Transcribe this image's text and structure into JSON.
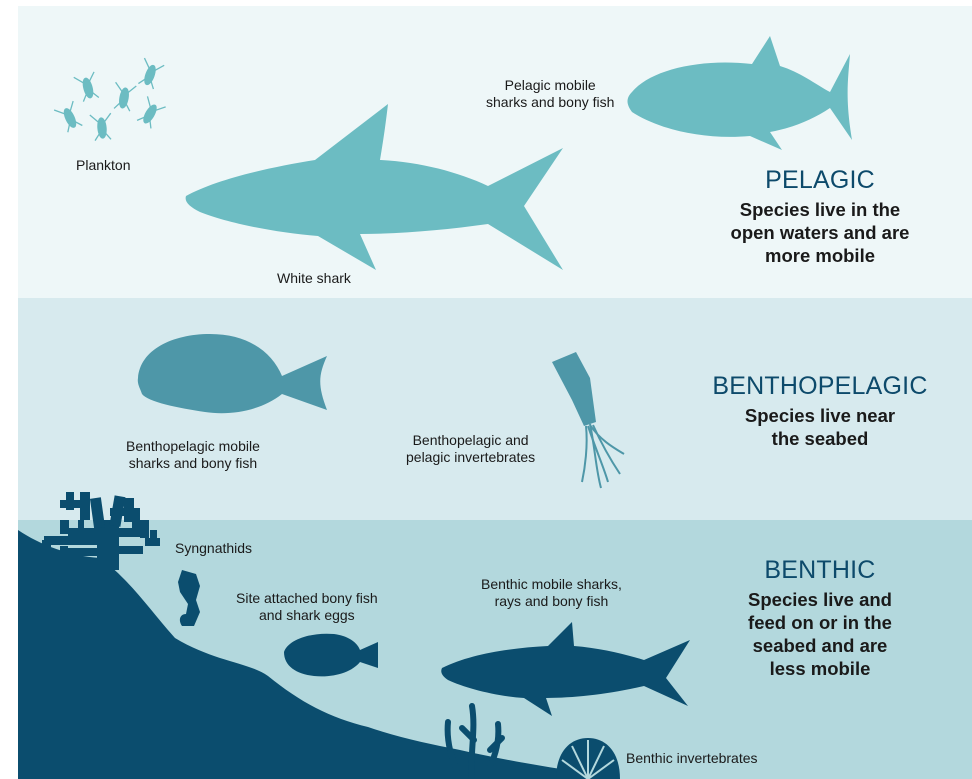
{
  "zones": {
    "pelagic": {
      "title": "PELAGIC",
      "desc": [
        "Species live in the",
        "open waters and are",
        "more mobile"
      ]
    },
    "benthopelagic": {
      "title": "BENTHOPELAGIC",
      "desc": [
        "Species live near",
        "the seabed"
      ]
    },
    "benthic": {
      "title": "BENTHIC",
      "desc": [
        "Species live and",
        "feed on or in the",
        "seabed and are",
        "less mobile"
      ]
    }
  },
  "labels": {
    "plankton": "Plankton",
    "white_shark": "White shark",
    "pelagic_fish": [
      "Pelagic mobile",
      "sharks and bony fish"
    ],
    "bp_fish": [
      "Benthopelagic mobile",
      "sharks and bony fish"
    ],
    "bp_invert": [
      "Benthopelagic and",
      "pelagic invertebrates"
    ],
    "syngnathids": "Syngnathids",
    "site_attached": [
      "Site attached bony fish",
      "and shark eggs"
    ],
    "benthic_mobile": [
      "Benthic mobile sharks,",
      "rays and bony fish"
    ],
    "benthic_invert": "Benthic invertebrates"
  },
  "colors": {
    "pelagic_bg": "#eef7f8",
    "benthopelagic_bg": "#d7eaee",
    "benthic_bg": "#b3d8dd",
    "seabed": "#0b4d6e",
    "pelagic_species": "#6cbcc2",
    "benthopelagic_species": "#4e97a8",
    "benthic_species": "#0b4d6e",
    "title": "#0d4a6b"
  }
}
